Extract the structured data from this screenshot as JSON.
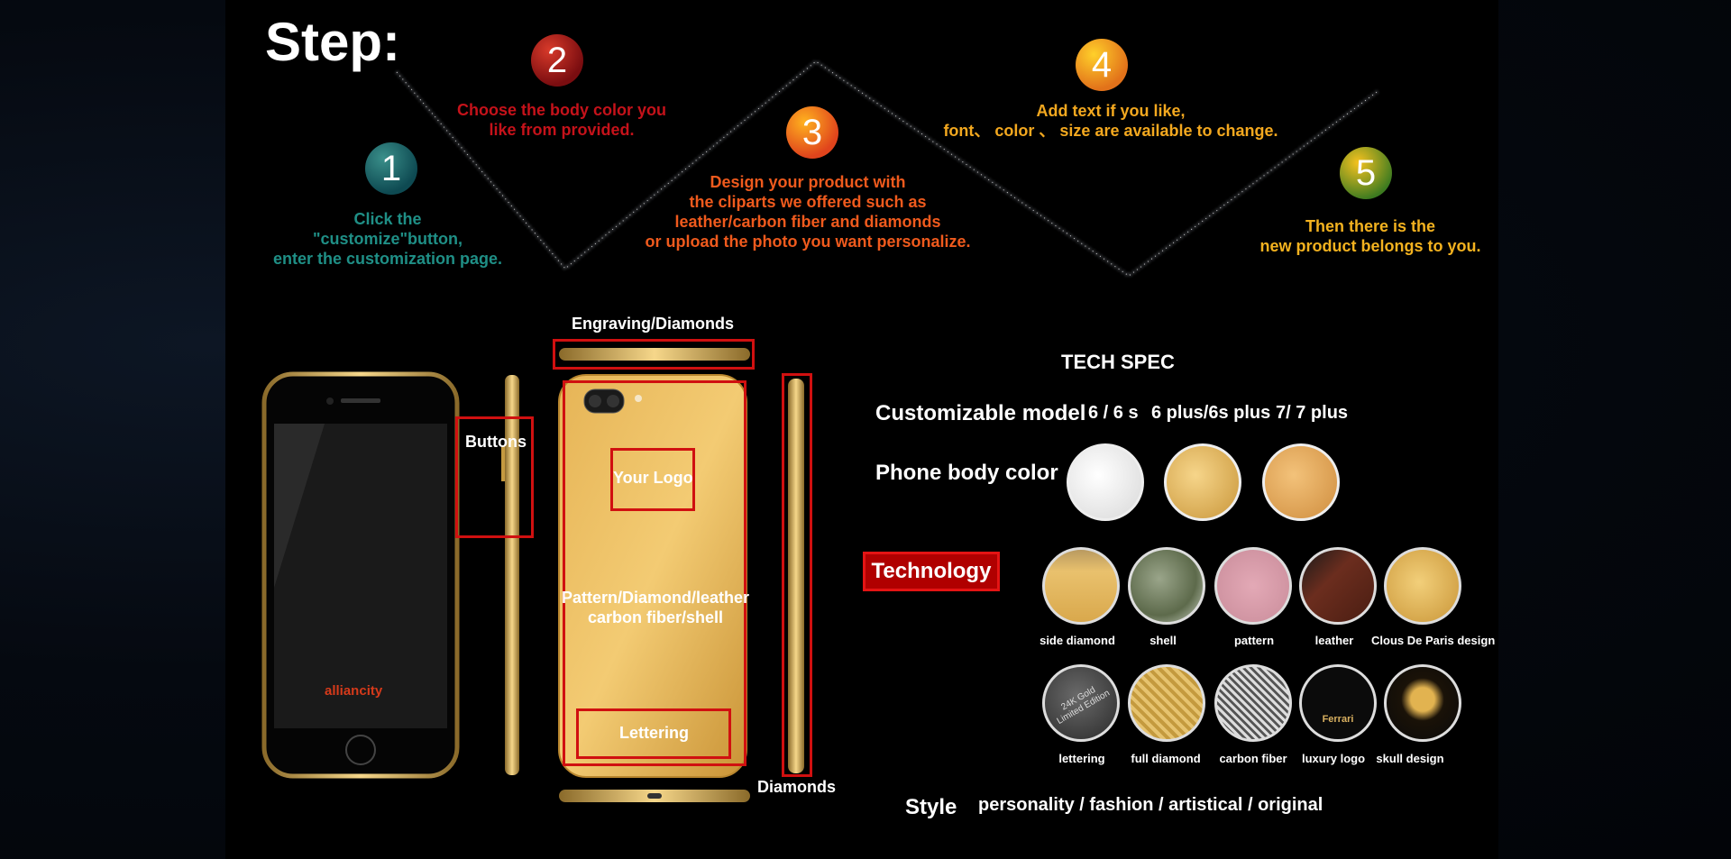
{
  "steps": {
    "title": "Step:",
    "items": [
      {
        "num": "1",
        "lines": [
          "Click the",
          "\"customize\"button,",
          "enter the customization page."
        ],
        "color": "#1f8f86"
      },
      {
        "num": "2",
        "lines": [
          "Choose the body color you",
          "like from provided."
        ],
        "color": "#c5121a"
      },
      {
        "num": "3",
        "lines": [
          "Design your product with",
          "the cliparts we offered such as",
          "leather/carbon fiber and diamonds",
          "or upload the photo you want personalize."
        ],
        "color": "#ef5a1d"
      },
      {
        "num": "4",
        "lines": [
          "Add text if you like,",
          "font、 color 、 size are available to change."
        ],
        "color": "#f3a81f"
      },
      {
        "num": "5",
        "lines": [
          "Then there is the",
          "new product belongs to you."
        ],
        "color": "#f3b21f"
      }
    ]
  },
  "diagram": {
    "engraving": "Engraving/Diamonds",
    "buttons": "Buttons",
    "your_logo": "Your Logo",
    "pattern_line1": "Pattern/Diamond/leather",
    "pattern_line2": "carbon fiber/shell",
    "lettering": "Lettering",
    "diamonds": "Diamonds",
    "brand_logo": "alliancity"
  },
  "tech_spec": {
    "title": "TECH SPEC",
    "model_label": "Customizable model",
    "models": [
      "6 / 6 s",
      "6 plus/6s plus",
      "7/ 7 plus"
    ],
    "color_label": "Phone body color",
    "technology_label": "Technology",
    "techniques_row1": [
      "side diamond",
      "shell",
      "pattern",
      "leather",
      "Clous De Paris design"
    ],
    "techniques_row2": [
      "lettering",
      "full diamond",
      "carbon fiber",
      "luxury logo",
      "skull design"
    ],
    "lettering_badge": "24K Gold Limited Edition",
    "luxury_badge": "Ferrari",
    "style_label": "Style",
    "style_value": "personality / fashion / artistical / original"
  },
  "colors": {
    "gold": "#d9a84c",
    "red": "#d01010",
    "white": "#ffffff"
  }
}
